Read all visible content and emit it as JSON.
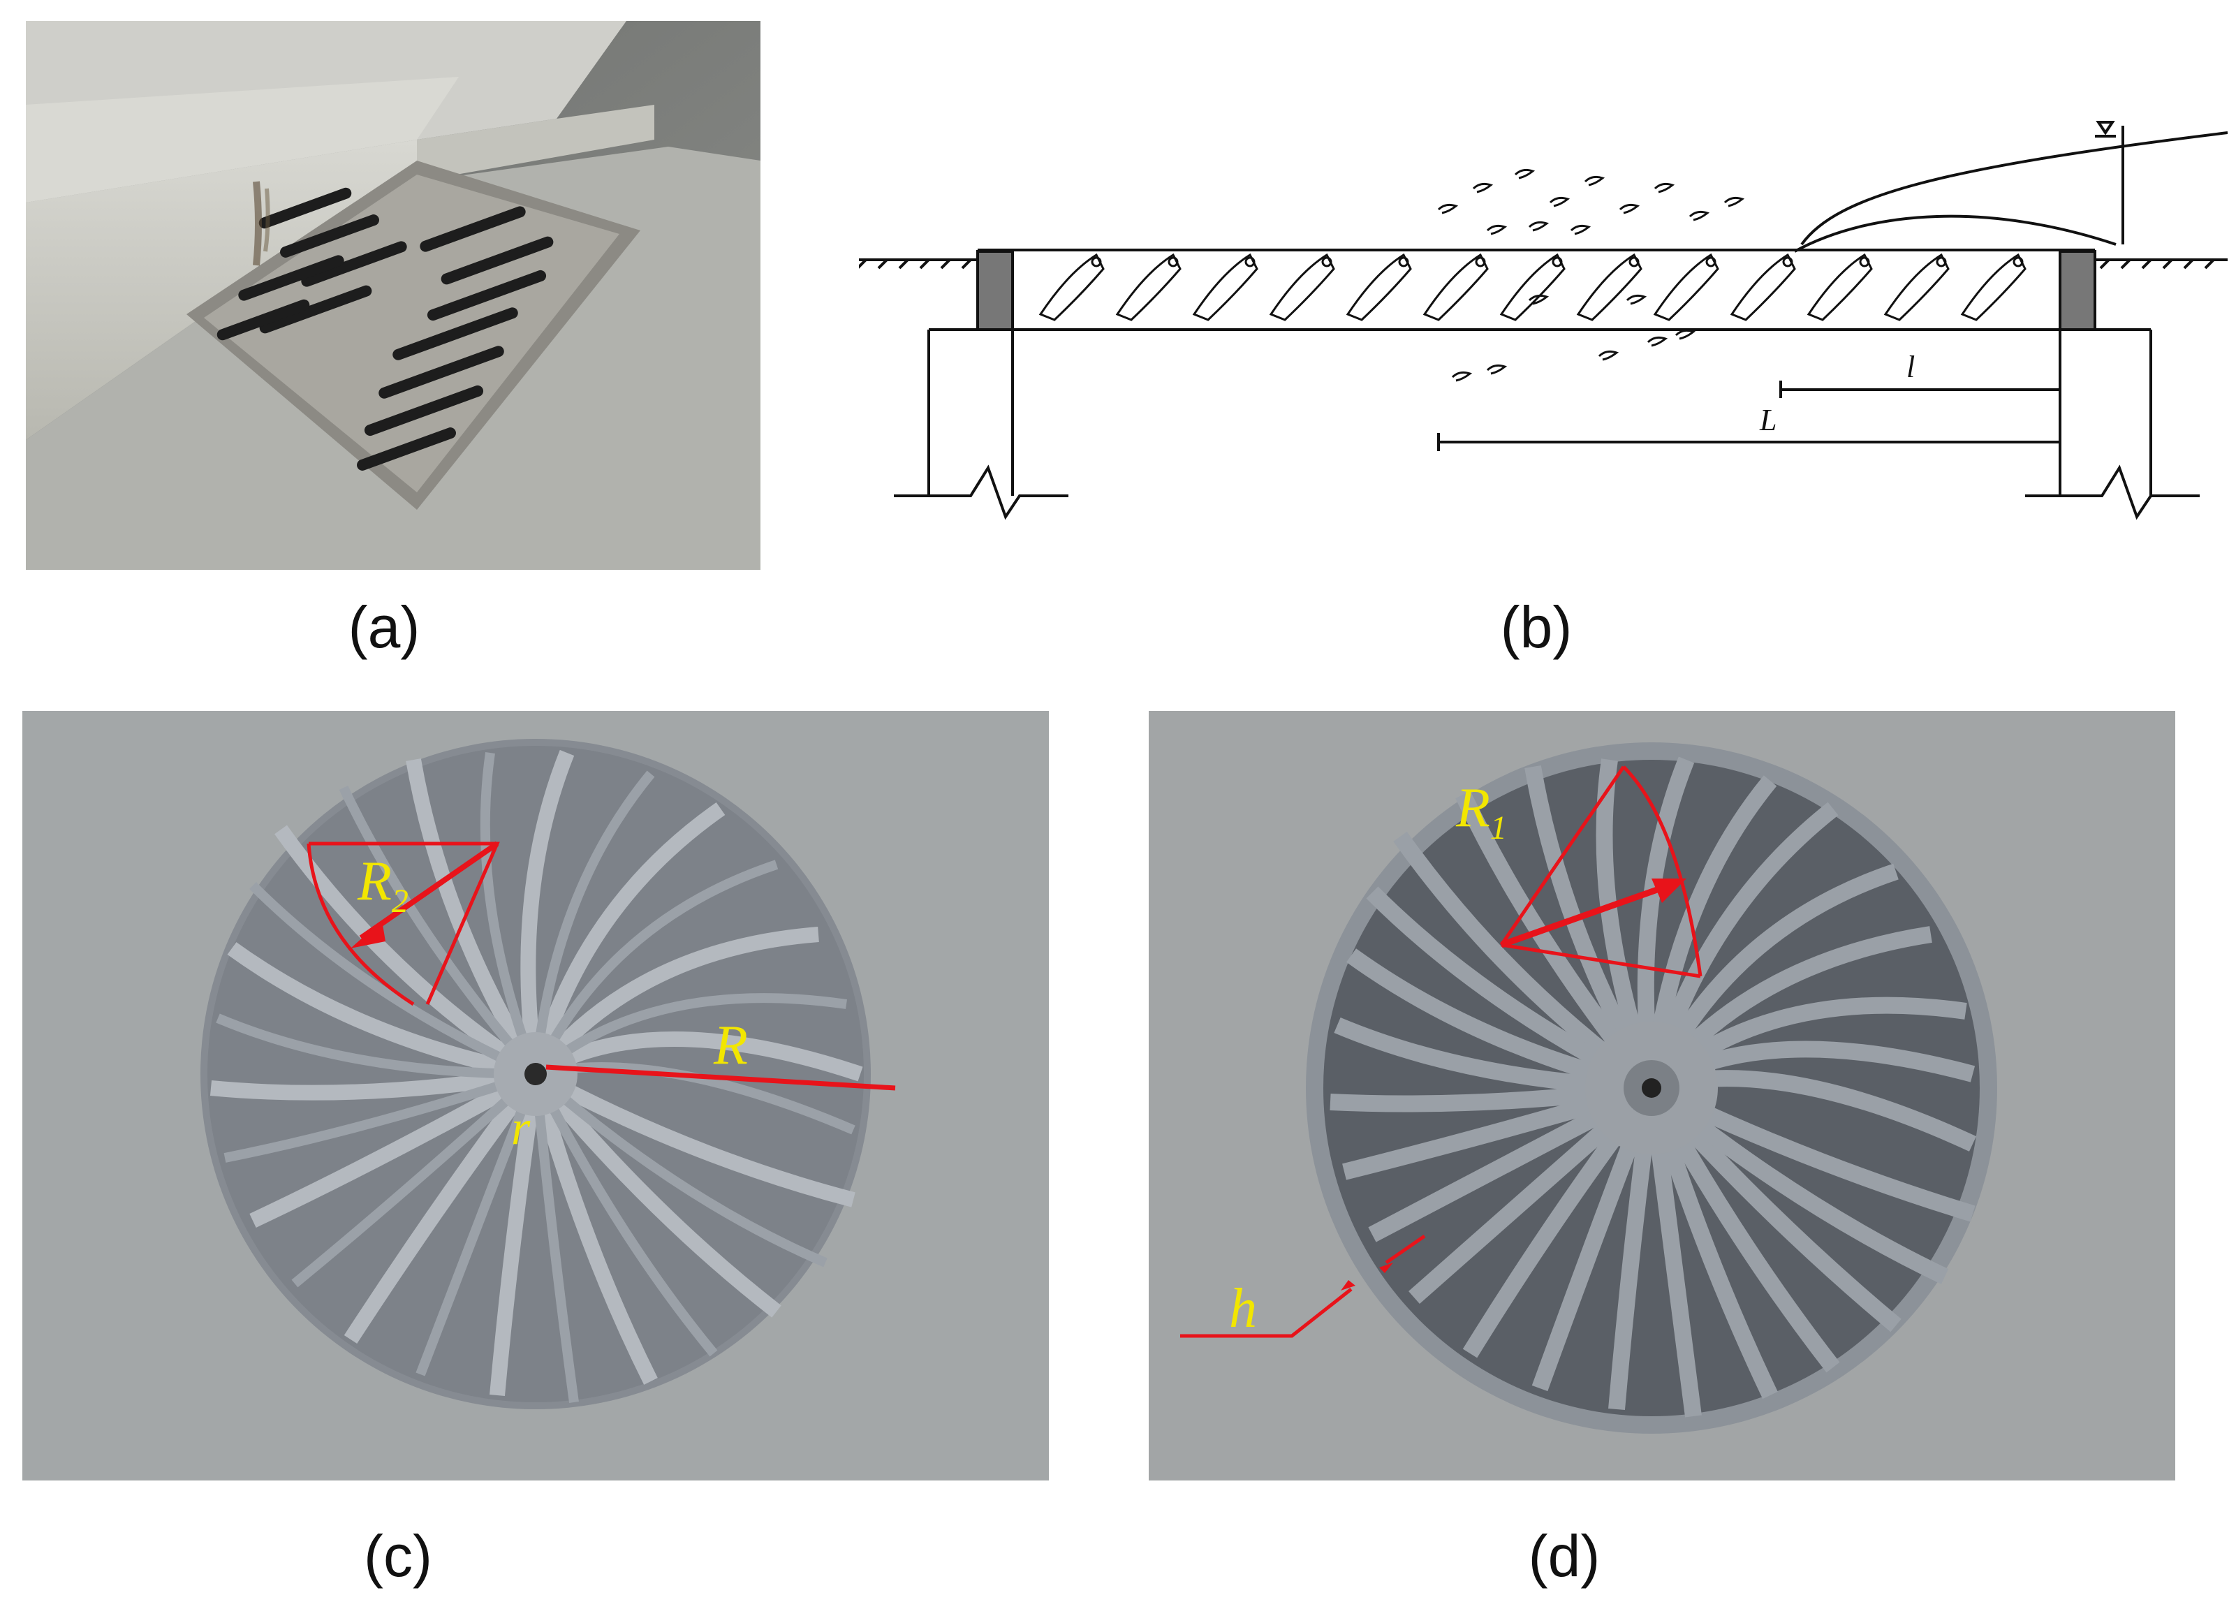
{
  "panels": {
    "a": {
      "caption": "(a)"
    },
    "b": {
      "caption": "(b)",
      "label_short": "l",
      "label_long": "L"
    },
    "c": {
      "caption": "(c)",
      "label_R": "R",
      "label_r": "r",
      "label_R2": "R",
      "label_R2_sub": "2"
    },
    "d": {
      "caption": "(d)",
      "label_R1": "R",
      "label_R1_sub": "1",
      "label_h": "h"
    }
  },
  "colors": {
    "annotation_red": "#e8131a",
    "annotation_yellow": "#f2e600",
    "grate_gray": "#8a8f96",
    "floor_gray": "#a2a6a8"
  }
}
